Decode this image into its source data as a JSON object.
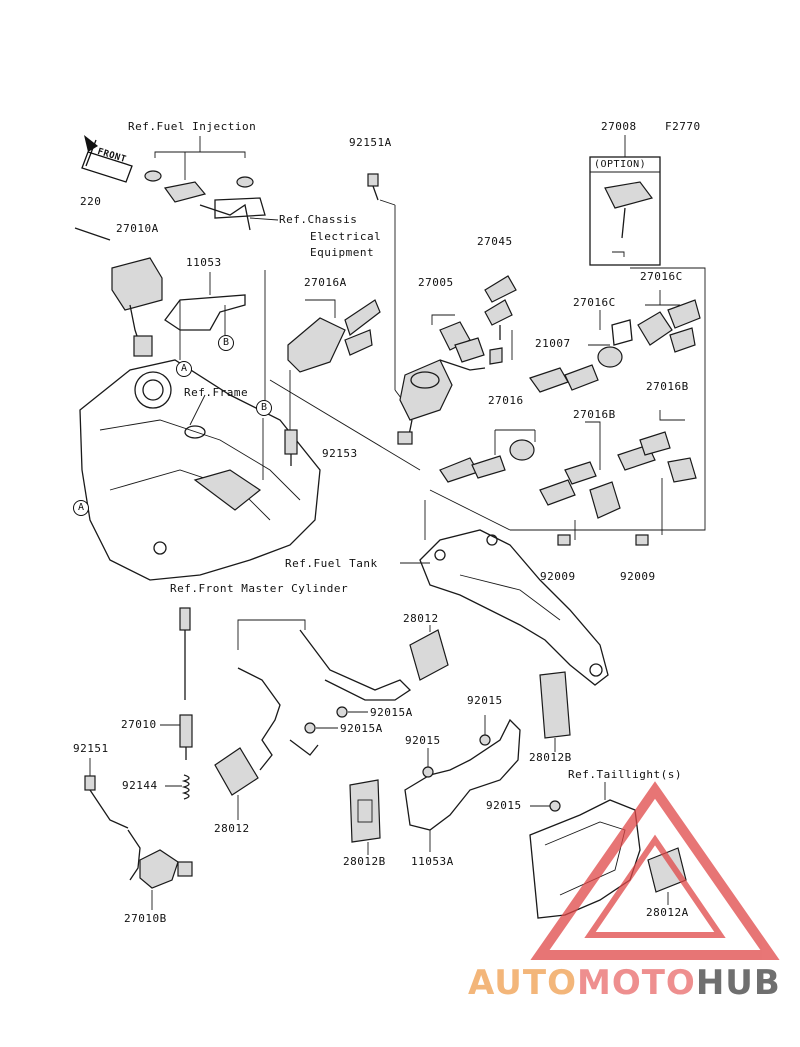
{
  "figure_code": "F2770",
  "front_arrow": "FRONT",
  "refs": {
    "fuel_injection": "Ref.Fuel Injection",
    "chassis_1": "Ref.Chassis",
    "chassis_2": "Electrical",
    "chassis_3": "Equipment",
    "frame": "Ref.Frame",
    "fuel_tank": "Ref.Fuel Tank",
    "front_master": "Ref.Front Master Cylinder",
    "taillight": "Ref.Taillight(s)"
  },
  "option_label": "(OPTION)",
  "circles": {
    "a": "A",
    "b": "B"
  },
  "parts": {
    "p92151a": "92151A",
    "p27008": "27008",
    "p220": "220",
    "p27010a": "27010A",
    "p11053": "11053",
    "p27045": "27045",
    "p27016a": "27016A",
    "p27005": "27005",
    "p27016c_1": "27016C",
    "p27016c_2": "27016C",
    "p21007": "21007",
    "p27016b_1": "27016B",
    "p27016": "27016",
    "p27016b_2": "27016B",
    "p92153": "92153",
    "p92009_1": "92009",
    "p92009_2": "92009",
    "p28012_1": "28012",
    "p92015a_1": "92015A",
    "p92015a_2": "92015A",
    "p27010": "27010",
    "p92015_1": "92015",
    "p92015_2": "92015",
    "p92015_3": "92015",
    "p28012b_1": "28012B",
    "p28012b_2": "28012B",
    "p92151": "92151",
    "p92144": "92144",
    "p28012_2": "28012",
    "p11053a": "11053A",
    "p27010b": "27010B",
    "p28012a": "28012A"
  },
  "watermark": {
    "part1": "AUTO",
    "part2": "MOTO",
    "part3": "HUB",
    "color1": "#f3b67a",
    "color2": "#ee8f8f",
    "color3": "#6f6f6f",
    "logo_color": "#e04848"
  }
}
